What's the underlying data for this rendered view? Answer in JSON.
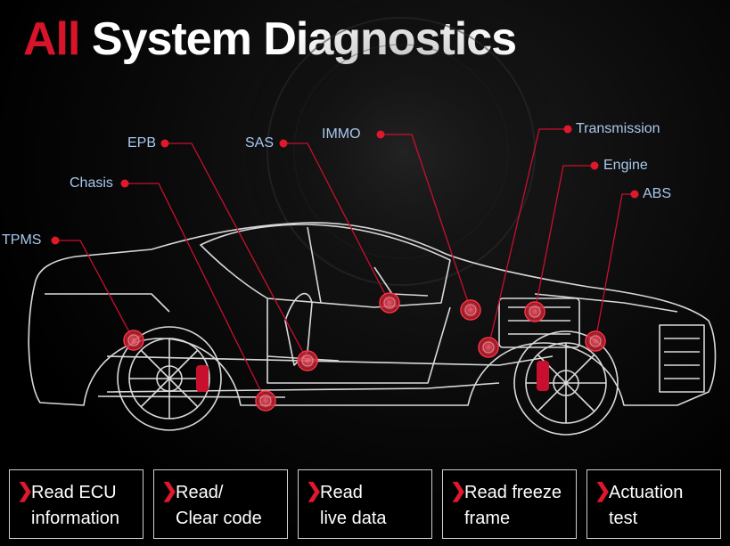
{
  "title": {
    "accent": "All",
    "rest": "System Diagnostics"
  },
  "labels": {
    "epb": "EPB",
    "sas": "SAS",
    "immo": "IMMO",
    "transmission": "Transmission",
    "engine": "Engine",
    "abs": "ABS",
    "chasis": "Chasis",
    "tpms": "TPMS"
  },
  "features": [
    {
      "line1": "Read ECU",
      "line2": "information"
    },
    {
      "line1": "Read/",
      "line2": "Clear code"
    },
    {
      "line1": "Read",
      "line2": "live data"
    },
    {
      "line1": "Read freeze",
      "line2": "frame"
    },
    {
      "line1": "Actuation",
      "line2": "test"
    }
  ],
  "colors": {
    "accent": "#d7142a",
    "label": "#a9c8ee",
    "line": "#c8102e"
  }
}
